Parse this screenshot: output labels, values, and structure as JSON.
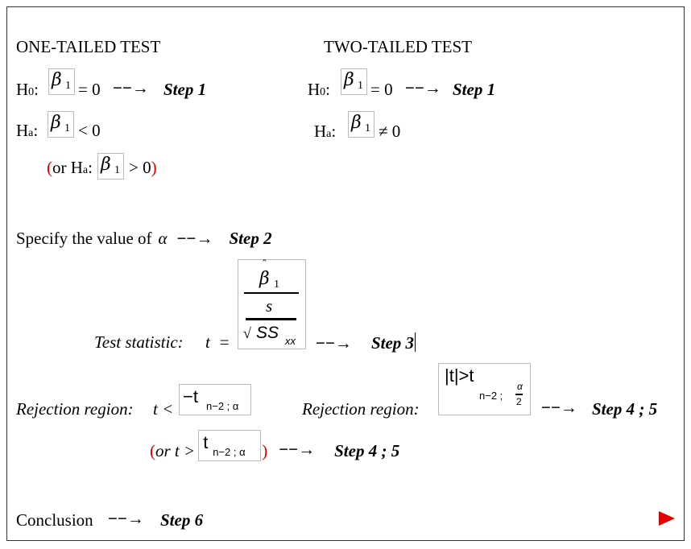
{
  "one_tailed": {
    "heading": "ONE-TAILED TEST",
    "h0_label": "H",
    "h0_sub": "0",
    "h0_rel": "= 0",
    "ha_label": "H",
    "ha_sub": "a",
    "ha_rel": "< 0",
    "or_open": "(",
    "or_text": "or H",
    "or_sub": "a",
    "or_rel": "> 0",
    "or_close": ")",
    "step1": "Step 1"
  },
  "two_tailed": {
    "heading": "TWO-TAILED TEST",
    "h0_label": "H",
    "h0_sub": "0",
    "h0_rel": "= 0",
    "ha_label": "H",
    "ha_sub": "a",
    "ha_rel": "≠ 0",
    "step1": "Step 1"
  },
  "math": {
    "beta": "β",
    "beta_sub": "1",
    "colon": ":",
    "hat": "ˆ",
    "s": "s",
    "sqrt": "√",
    "ss": "SS",
    "ss_sub": "xx",
    "t": "t",
    "abs_t": "|t|>t",
    "minus_t": "−t",
    "df_alpha": "n−2 ; α",
    "df": "n−2 ;",
    "alpha": "α",
    "two": "2"
  },
  "alpha_line": {
    "text": "Specify the value of",
    "symbol": "α",
    "step": "Step 2"
  },
  "test_stat": {
    "label": "Test statistic:",
    "lhs": "t  =",
    "step": "Step 3"
  },
  "rejection": {
    "left_label": "Rejection region:",
    "left_rel": "t <",
    "right_label": "Rejection region:",
    "or_open": "(",
    "or_text": "or t >",
    "or_close": ")",
    "step": "Step 4 ; 5"
  },
  "conclusion": {
    "text": "Conclusion",
    "step": "Step 6"
  },
  "arrow": "−−→",
  "colors": {
    "accent": "#e00000",
    "box_border": "#bbbbbb"
  }
}
